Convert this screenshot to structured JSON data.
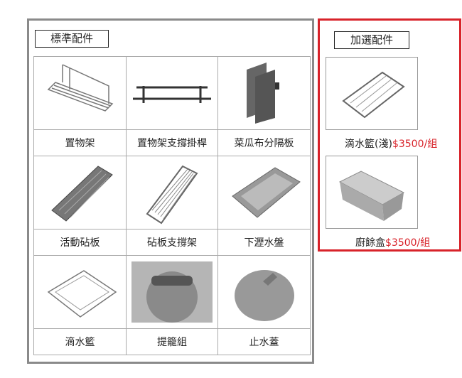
{
  "standard": {
    "title": "標準配件",
    "items": [
      {
        "label": "置物架",
        "icon": "shelf-rack"
      },
      {
        "label": "置物架支撐掛桿",
        "icon": "support-bar"
      },
      {
        "label": "菜瓜布分隔板",
        "icon": "divider-board"
      },
      {
        "label": "活動砧板",
        "icon": "cutting-board"
      },
      {
        "label": "砧板支撐架",
        "icon": "board-support-rack"
      },
      {
        "label": "下瀝水盤",
        "icon": "drain-tray"
      },
      {
        "label": "滴水籃",
        "icon": "drain-basket"
      },
      {
        "label": "提籠組",
        "icon": "lift-basket"
      },
      {
        "label": "止水蓋",
        "icon": "stopper-cap"
      }
    ]
  },
  "optional": {
    "title": "加選配件",
    "items": [
      {
        "label": "滴水籃(淺)",
        "price": "$3500/組",
        "icon": "shallow-drain-basket"
      },
      {
        "label": "廚餘盒",
        "price": "$3500/組",
        "icon": "food-waste-box"
      }
    ]
  },
  "colors": {
    "accent": "#d8232a",
    "frame": "#8a8a8a"
  }
}
